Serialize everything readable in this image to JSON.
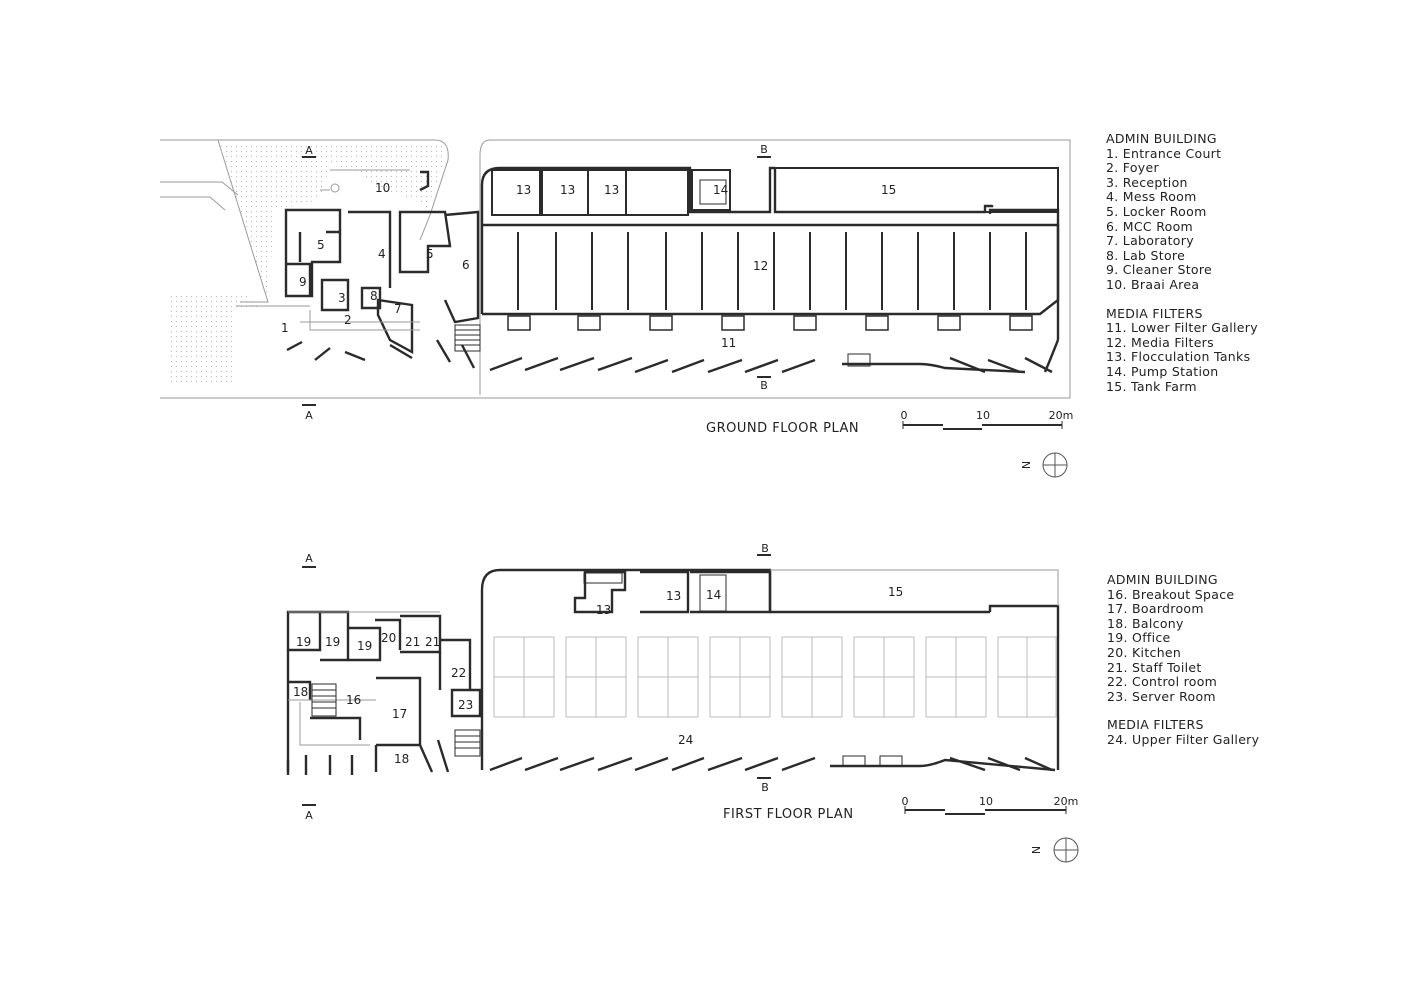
{
  "plans": [
    {
      "title": "GROUND FLOOR PLAN",
      "rooms": [
        "1",
        "2",
        "3",
        "4",
        "5",
        "5",
        "6",
        "7",
        "8",
        "9",
        "10",
        "11",
        "12",
        "13",
        "13",
        "13",
        "14",
        "15"
      ],
      "section_marks": [
        "A",
        "A",
        "B",
        "B"
      ],
      "scale": {
        "ticks": [
          "0",
          "10",
          "20m"
        ]
      },
      "north": "N"
    },
    {
      "title": "FIRST FLOOR PLAN",
      "rooms": [
        "13",
        "13",
        "14",
        "15",
        "16",
        "17",
        "18",
        "18",
        "19",
        "19",
        "19",
        "20",
        "21",
        "21",
        "22",
        "23",
        "24"
      ],
      "section_marks": [
        "A",
        "A",
        "B",
        "B"
      ],
      "scale": {
        "ticks": [
          "0",
          "10",
          "20m"
        ]
      },
      "north": "N"
    }
  ],
  "legends": [
    {
      "groups": [
        {
          "heading": "ADMIN BUILDING",
          "items": [
            "1. Entrance Court",
            "2. Foyer",
            "3. Reception",
            "4. Mess Room",
            "5. Locker Room",
            "6. MCC Room",
            "7. Laboratory",
            "8. Lab Store",
            "9. Cleaner Store",
            "10. Braai Area"
          ]
        },
        {
          "heading": "MEDIA FILTERS",
          "items": [
            "11. Lower Filter Gallery",
            "12. Media Filters",
            "13. Flocculation Tanks",
            "14. Pump Station",
            "15. Tank Farm"
          ]
        }
      ]
    },
    {
      "groups": [
        {
          "heading": "ADMIN BUILDING",
          "items": [
            "16. Breakout Space",
            "17. Boardroom",
            "18. Balcony",
            "19. Office",
            "20. Kitchen",
            "21. Staff Toilet",
            "22. Control room",
            "23. Server Room"
          ]
        },
        {
          "heading": "MEDIA FILTERS",
          "items": [
            "24. Upper Filter Gallery"
          ]
        }
      ]
    }
  ],
  "colors": {
    "wall": "#2b2b2b",
    "thin": "#9a9a9a",
    "hatch": "#c8c8c8"
  }
}
